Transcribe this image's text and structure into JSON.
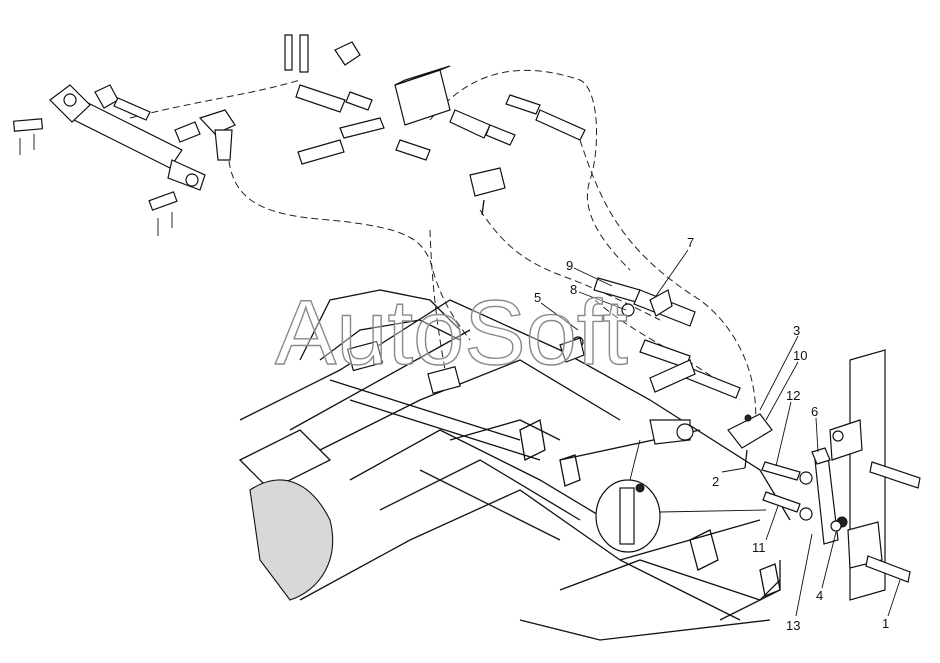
{
  "watermark": "AutoSoft",
  "callouts": [
    {
      "id": "1",
      "label": "1"
    },
    {
      "id": "2",
      "label": "2"
    },
    {
      "id": "3",
      "label": "3"
    },
    {
      "id": "4",
      "label": "4"
    },
    {
      "id": "5",
      "label": "5"
    },
    {
      "id": "6",
      "label": "6"
    },
    {
      "id": "7",
      "label": "7"
    },
    {
      "id": "8",
      "label": "8"
    },
    {
      "id": "9",
      "label": "9"
    },
    {
      "id": "10",
      "label": "10"
    },
    {
      "id": "11",
      "label": "11"
    },
    {
      "id": "12",
      "label": "12"
    },
    {
      "id": "13",
      "label": "13"
    }
  ]
}
